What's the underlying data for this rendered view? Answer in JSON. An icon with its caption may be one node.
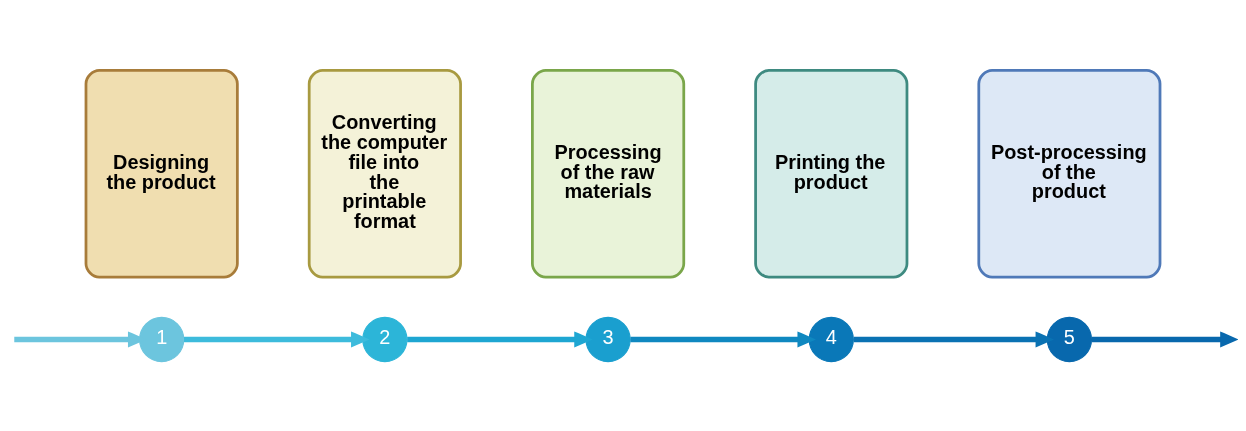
{
  "diagram": {
    "nodes": [
      {
        "text": [
          "1"
        ]
      },
      {
        "text": [
          "2"
        ]
      },
      {
        "text": [
          "3"
        ]
      },
      {
        "text": [
          "4"
        ]
      },
      {
        "text": [
          "5"
        ]
      },
      {
        "text": [
          "Designing the product"
        ]
      },
      {
        "text": [
          "Converting the computer file into the printable format"
        ]
      },
      {
        "text": [
          "Processing of the raw materials"
        ]
      },
      {
        "text": [
          "Printing the product"
        ]
      },
      {
        "text": [
          "Post-processing of the product"
        ]
      }
    ],
    "edges": [
      {
        "from": null,
        "to": 0,
        "arrow": "to",
        "color": "#6cc5de"
      },
      {
        "from": 0,
        "to": 1,
        "arrow": "to",
        "color": "#3dbbdc"
      },
      {
        "from": 1,
        "to": 2,
        "arrow": "to",
        "color": "#1ea6d2"
      },
      {
        "from": 2,
        "to": 3,
        "arrow": "to",
        "color": "#0f88c0"
      },
      {
        "from": 3,
        "to": 4,
        "arrow": "to",
        "color": "#0a72b3"
      },
      {
        "from": 4,
        "to": null,
        "arrow": "to",
        "color": "#0868ad"
      }
    ]
  }
}
